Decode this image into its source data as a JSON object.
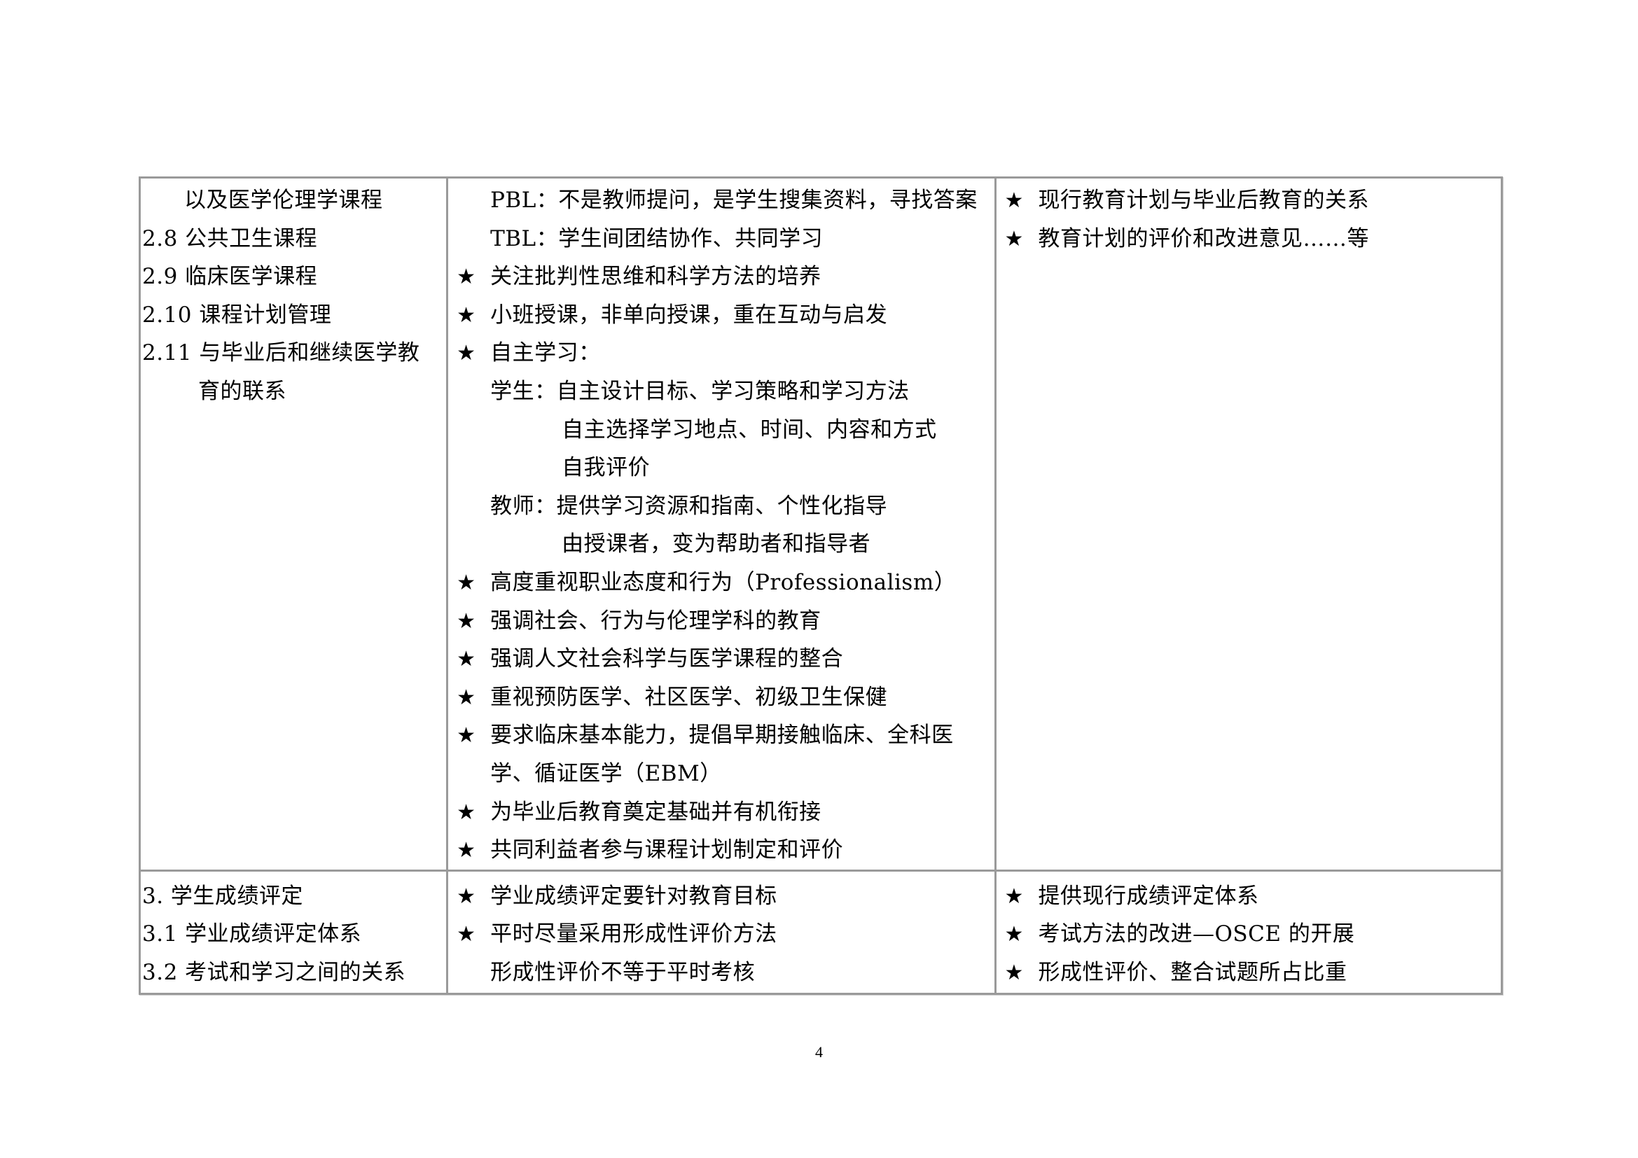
{
  "table": {
    "row1": {
      "col1": [
        "以及医学伦理学课程",
        "2.8 公共卫生课程",
        "2.9 临床医学课程",
        "2.10 课程计划管理",
        "2.11 与毕业后和继续医学教",
        "育的联系"
      ],
      "col2": [
        "PBL：不是教师提问，是学生搜集资料，寻找答案",
        "TBL：学生间团结协作、共同学习",
        "关注批判性思维和科学方法的培养",
        "小班授课，非单向授课，重在互动与启发",
        "自主学习：",
        "学生：自主设计目标、学习策略和学习方法",
        "自主选择学习地点、时间、内容和方式",
        "自我评价",
        "教师：提供学习资源和指南、个性化指导",
        "由授课者，变为帮助者和指导者",
        "高度重视职业态度和行为（Professionalism）",
        "强调社会、行为与伦理学科的教育",
        "强调人文社会科学与医学课程的整合",
        "重视预防医学、社区医学、初级卫生保健",
        "要求临床基本能力，提倡早期接触临床、全科医",
        "学、循证医学（EBM）",
        "为毕业后教育奠定基础并有机衔接",
        "共同利益者参与课程计划制定和评价"
      ],
      "col3": [
        "现行教育计划与毕业后教育的关系",
        "教育计划的评价和改进意见……等"
      ]
    },
    "row2": {
      "col1": [
        "3. 学生成绩评定",
        "3.1 学业成绩评定体系",
        "3.2 考试和学习之间的关系"
      ],
      "col2": [
        "学业成绩评定要针对教育目标",
        "平时尽量采用形成性评价方法",
        "形成性评价不等于平时考核"
      ],
      "col3": [
        "提供现行成绩评定体系",
        "考试方法的改进—OSCE 的开展",
        "形成性评价、整合试题所占比重"
      ]
    },
    "bullet": "★"
  },
  "page_number": "4"
}
